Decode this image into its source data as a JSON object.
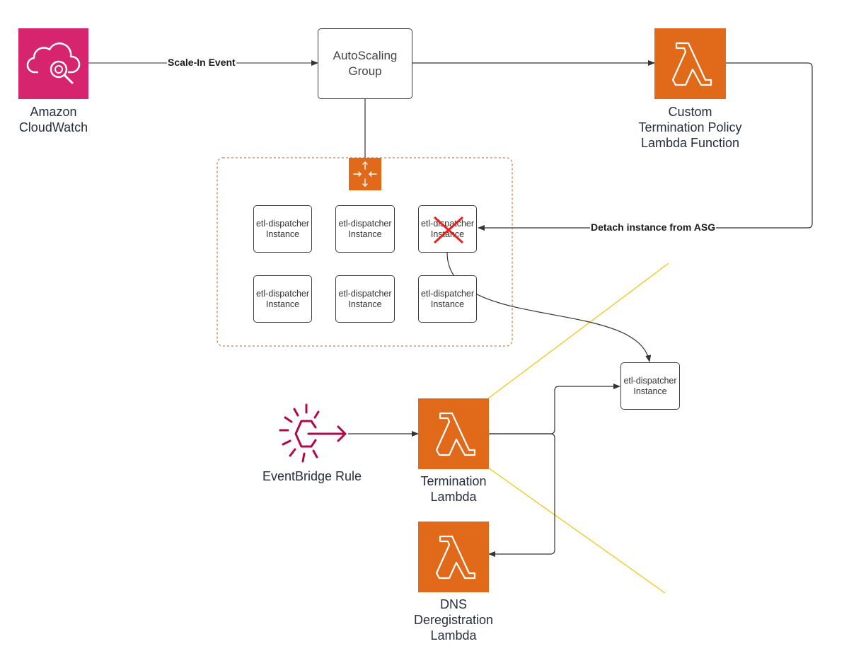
{
  "nodes": {
    "cloudwatch": {
      "label": "Amazon\nCloudWatch"
    },
    "asg": {
      "label": "AutoScaling\nGroup"
    },
    "custom_policy": {
      "label": "Custom\nTermination Policy\nLambda Function"
    },
    "eventbridge": {
      "label": "EventBridge Rule"
    },
    "termination_lambda": {
      "label": "Termination\nLambda"
    },
    "dns_lambda": {
      "label": "DNS\nDeregistration\nLambda"
    },
    "instances": [
      {
        "label": "etl-dispatcher\nInstance"
      },
      {
        "label": "etl-dispatcher\nInstance"
      },
      {
        "label": "etl-dispatcher\nInstance"
      },
      {
        "label": "etl-dispatcher\nInstance"
      },
      {
        "label": "etl-dispatcher\nInstance"
      },
      {
        "label": "etl-dispatcher\nInstance"
      }
    ],
    "detached_instance": {
      "label": "etl-dispatcher\nInstance"
    }
  },
  "edges": {
    "scale_in": {
      "label": "Scale-In Event"
    },
    "detach": {
      "label": "Detach instance from ASG"
    }
  },
  "colors": {
    "cloudwatch": "#d6246e",
    "lambda": "#e06a19",
    "eventbridge": "#b0084d",
    "asg_border": "#e07b39",
    "cross": "#e8201f",
    "yellow_line": "#f5c518",
    "arrow": "#333333"
  }
}
